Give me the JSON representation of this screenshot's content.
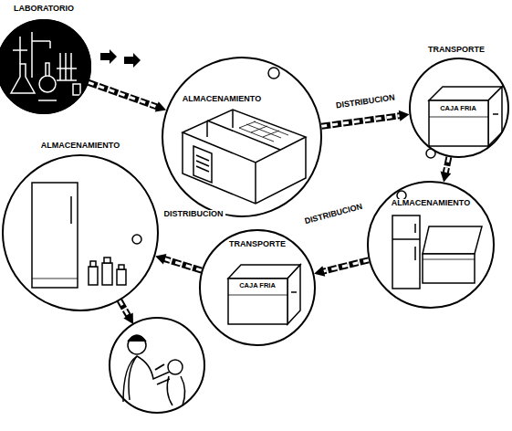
{
  "diagram": {
    "nodes": [
      {
        "text": [
          "LABORATORIO"
        ]
      },
      {
        "text": [
          "ALMACENAMIENTO"
        ]
      },
      {
        "text": [
          "TRANSPORTE",
          "CAJA FRIA"
        ]
      },
      {
        "text": [
          "ALMACENAMIENTO"
        ]
      },
      {
        "text": [
          "TRANSPORTE",
          "CAJA FRIA"
        ]
      },
      {
        "text": [
          "ALMACENAMIENTO"
        ]
      }
    ],
    "edges": [
      {
        "from": 0,
        "to": 1,
        "arrow": "to"
      },
      {
        "from": 1,
        "to": 2,
        "label": "DISTRIBUCION",
        "arrow": "to"
      },
      {
        "from": 2,
        "to": 3,
        "arrow": "to"
      },
      {
        "from": 3,
        "to": 4,
        "label": "DISTRIBUCION",
        "arrow": "to"
      },
      {
        "from": 4,
        "to": 5,
        "label": "DISTRIBUCION",
        "arrow": "to"
      }
    ]
  }
}
